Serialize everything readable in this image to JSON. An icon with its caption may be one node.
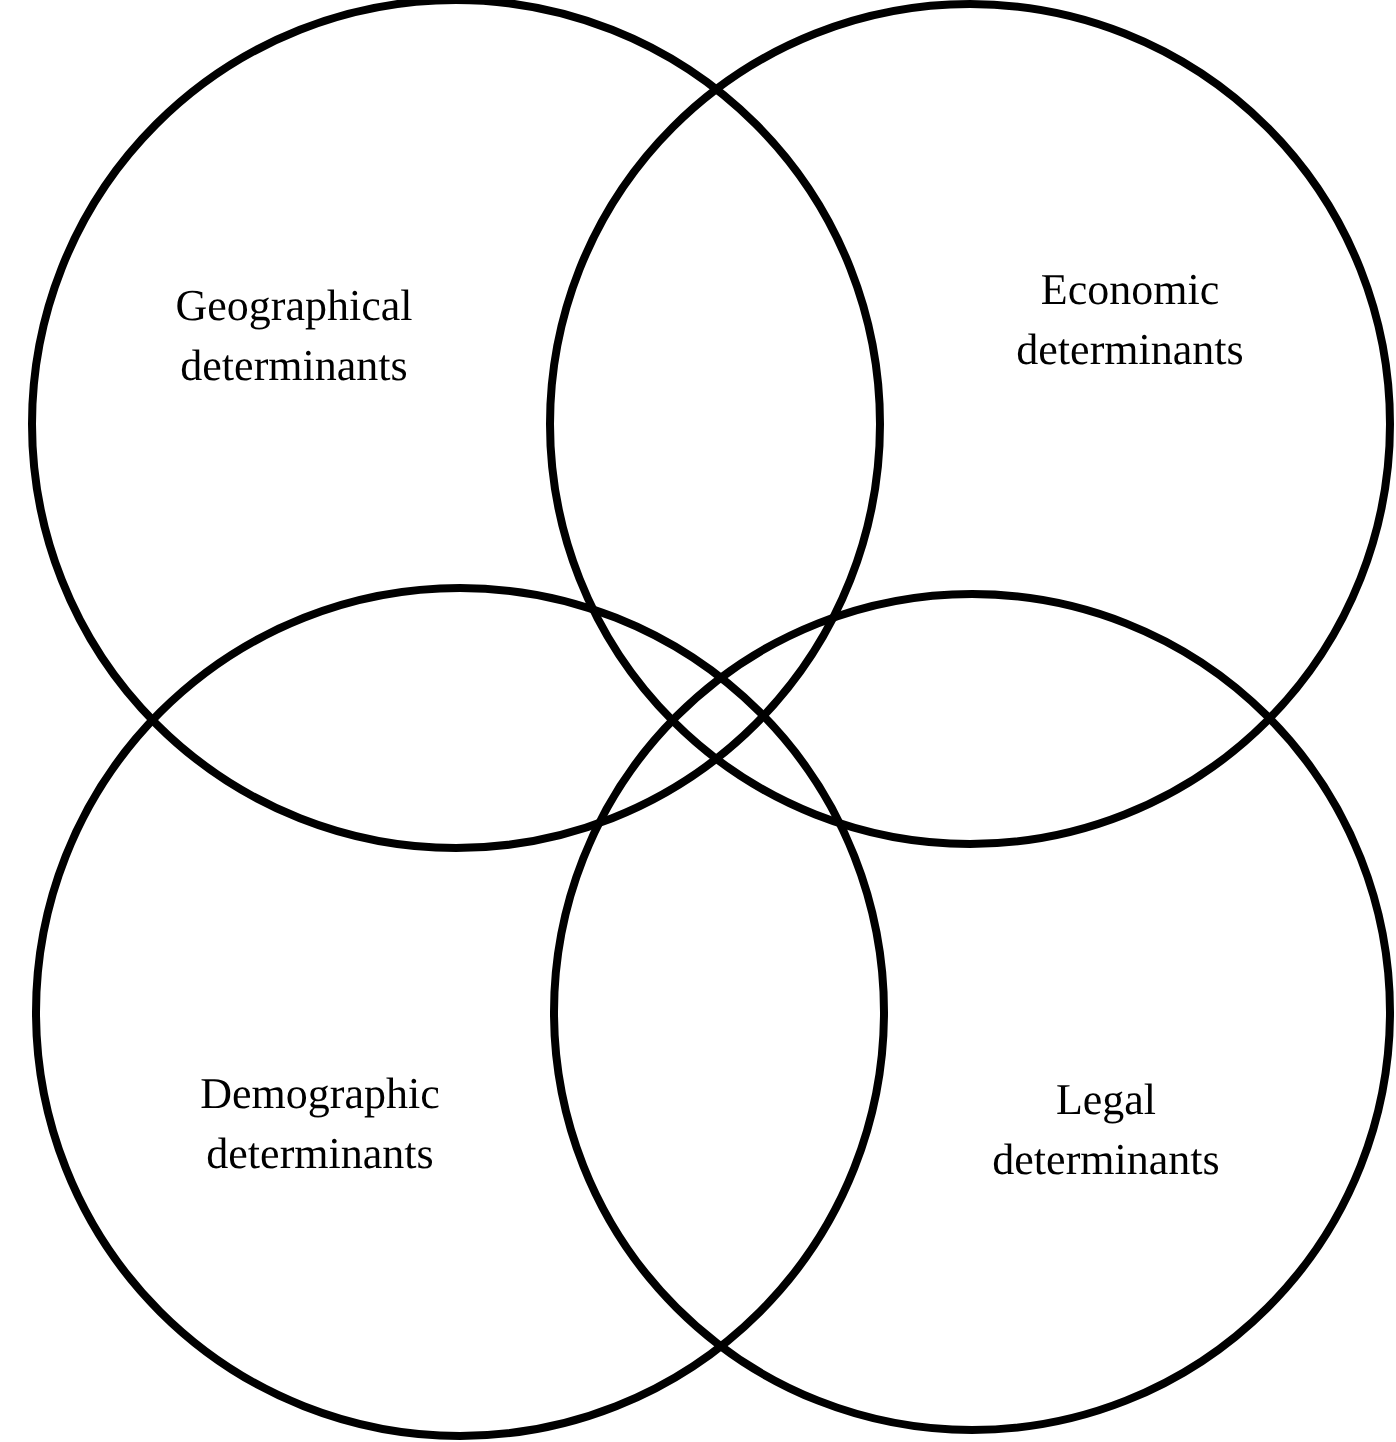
{
  "diagram": {
    "nodes": [
      {
        "text": [
          "Geographical determinants"
        ]
      },
      {
        "text": [
          "Economic determinants"
        ]
      },
      {
        "text": [
          "Demographic determinants"
        ]
      },
      {
        "text": [
          "Legal determinants"
        ]
      }
    ]
  }
}
